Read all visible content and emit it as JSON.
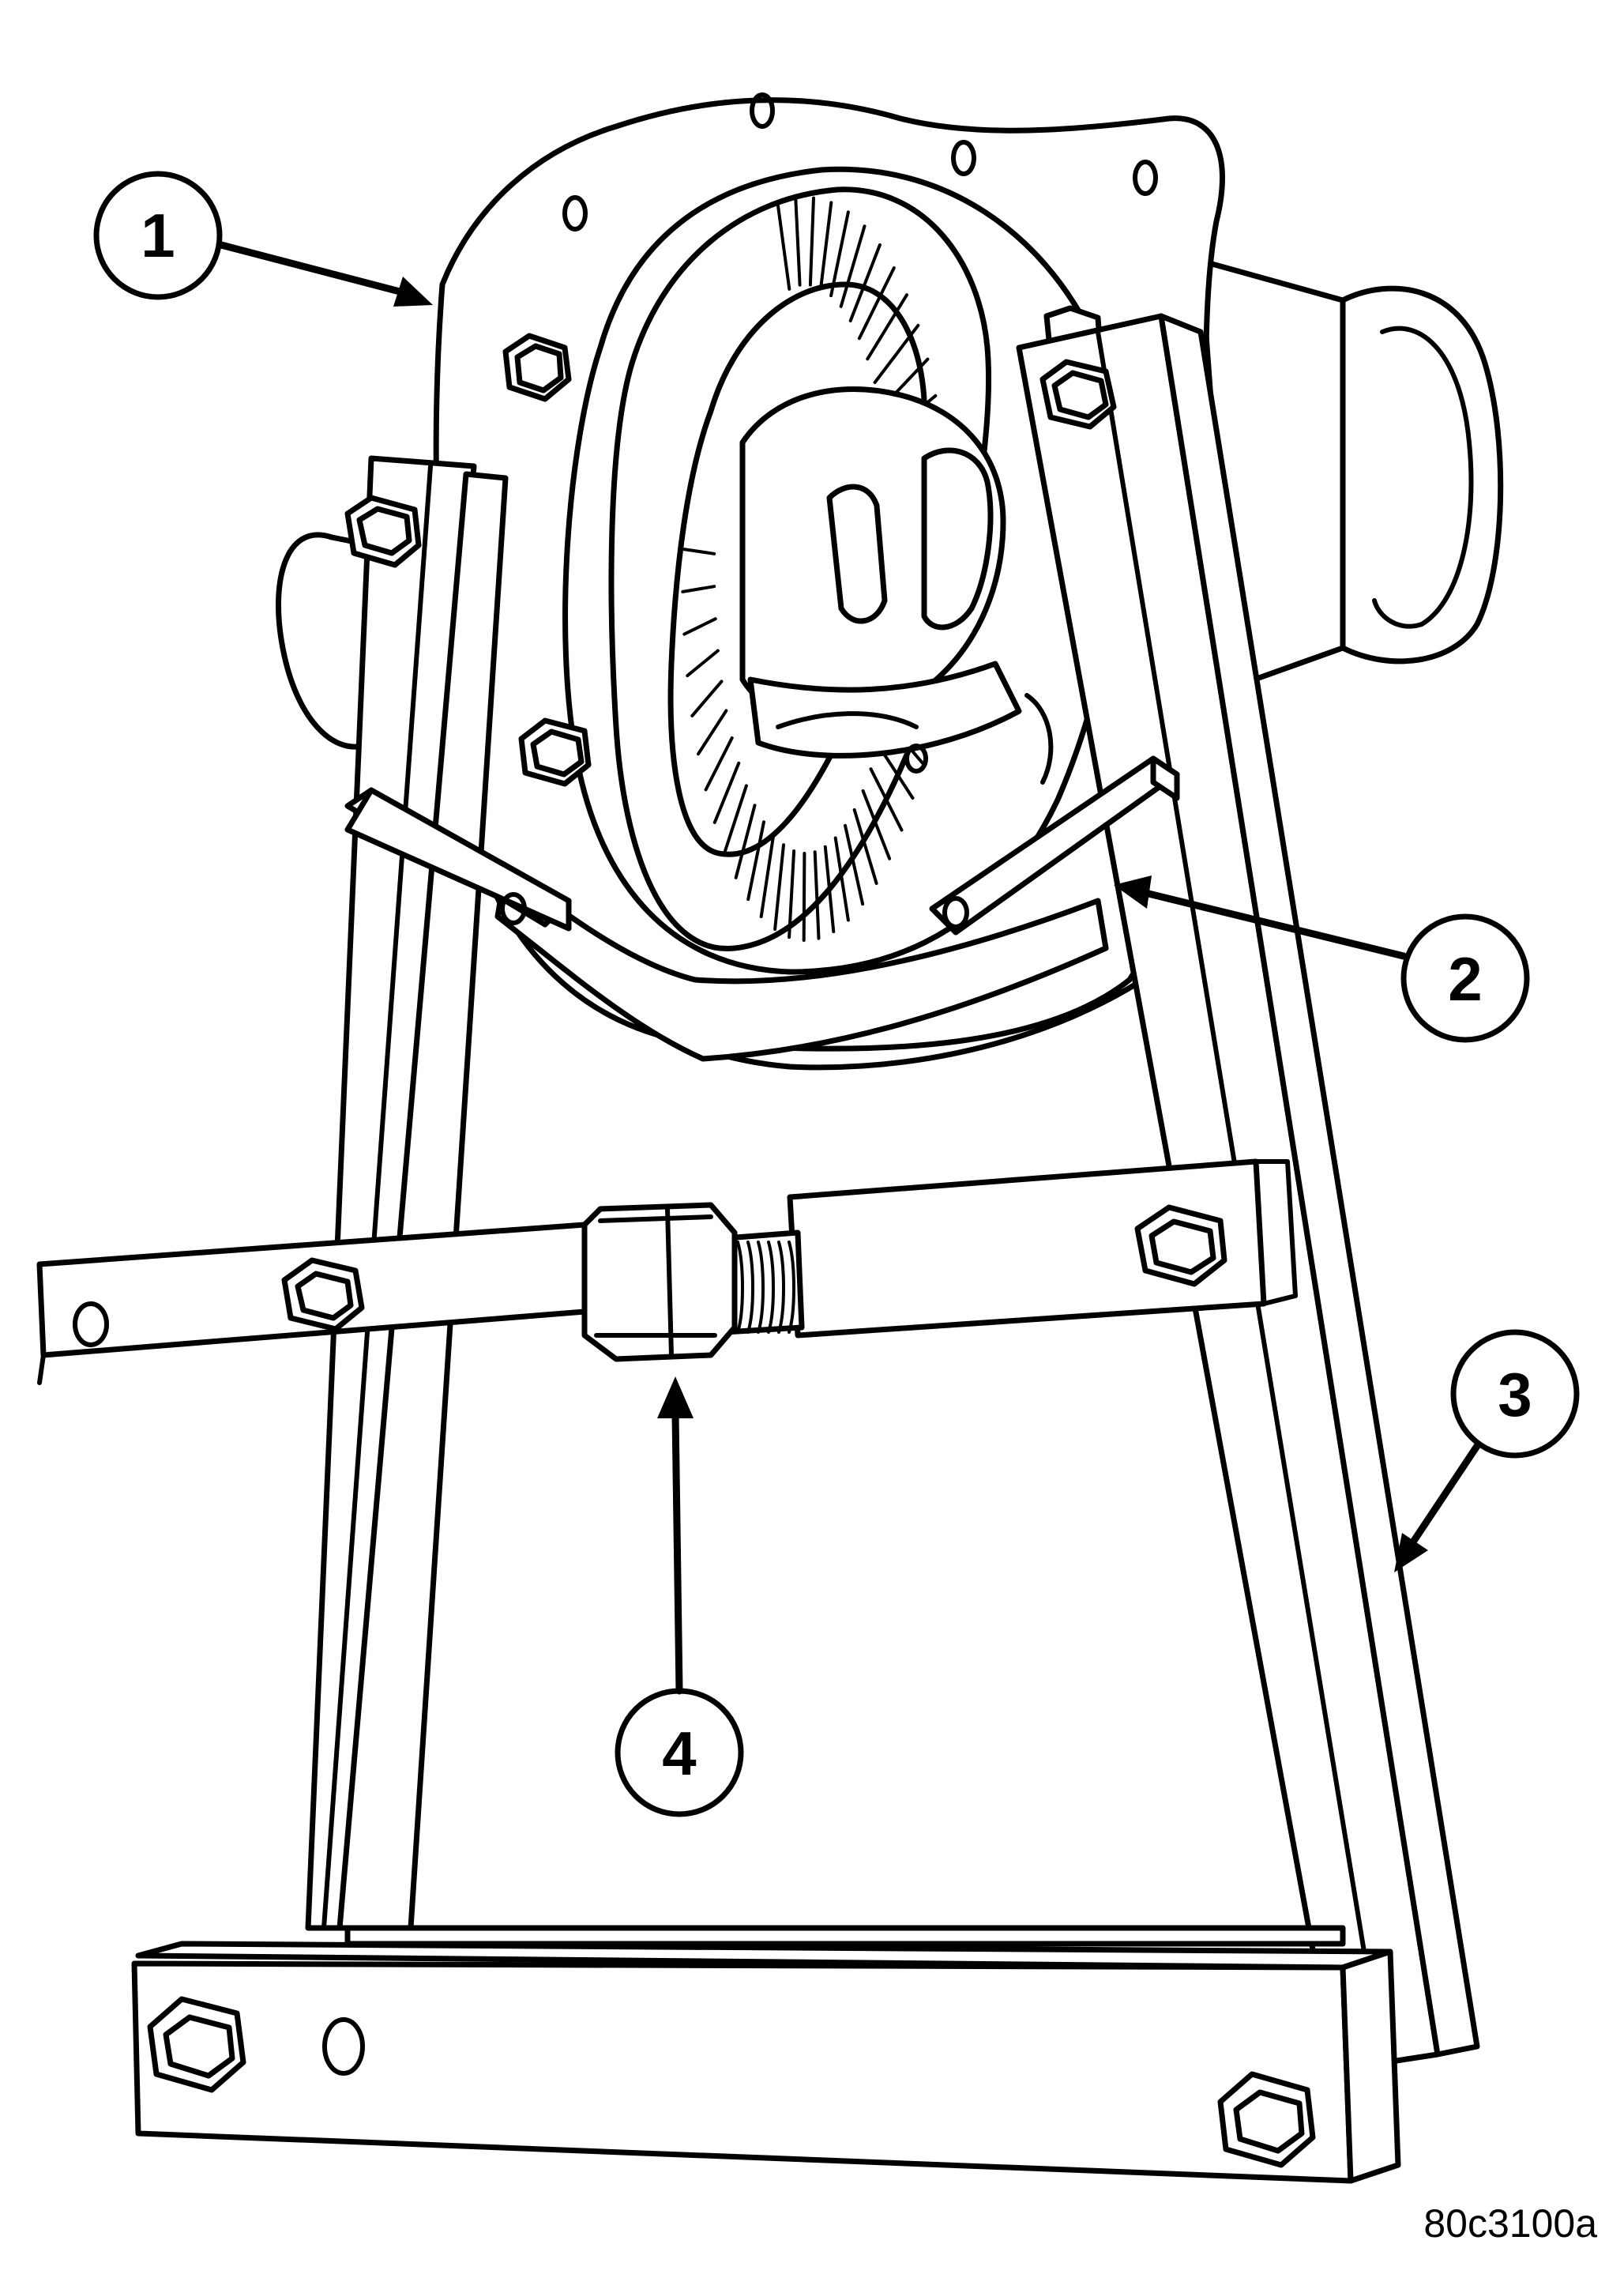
{
  "figure_id": "80c3100a",
  "callouts": [
    {
      "label": "1",
      "part": "1"
    },
    {
      "label": "2",
      "part": "2"
    },
    {
      "label": "3",
      "part": "3"
    },
    {
      "label": "4",
      "part": "4"
    }
  ],
  "colors": {
    "line": "#000000",
    "fill": "#ffffff"
  }
}
